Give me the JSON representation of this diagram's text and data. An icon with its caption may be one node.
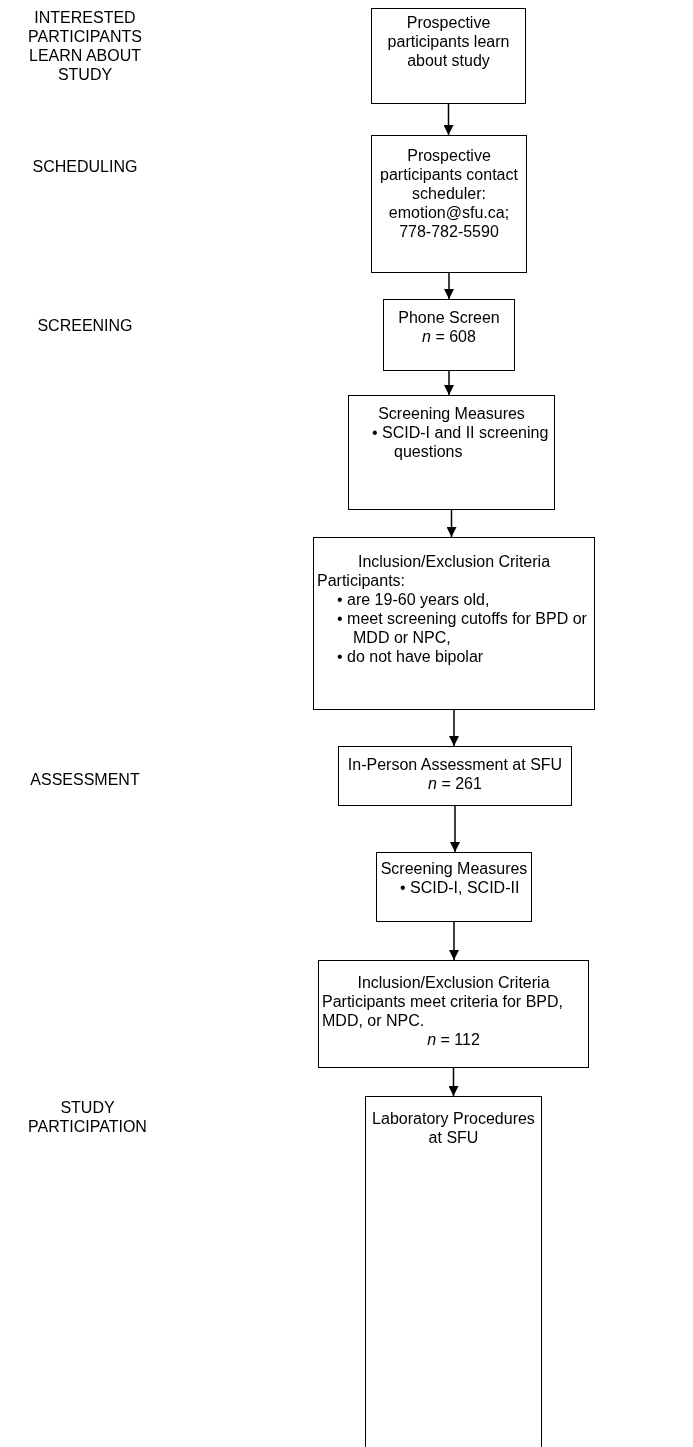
{
  "diagram": {
    "nodes": [
      {
        "text": [
          "Prospective participants learn about study"
        ]
      },
      {
        "text": [
          "Prospective participants contact scheduler: emotion@sfu.ca; 778-782-5590"
        ]
      },
      {
        "text": [
          "Phone Screen",
          "*n* = 608"
        ]
      },
      {
        "text": [
          "Screening Measures",
          "• SCID-I and II screening questions"
        ]
      },
      {
        "text": [
          "Inclusion/Exclusion Criteria",
          "Participants:",
          "• are 19-60 years old,",
          "• meet screening cutoffs for BPD or MDD or NPC,",
          "• do not have bipolar"
        ]
      },
      {
        "text": [
          "In-Person Assessment at SFU",
          "*n* = 261"
        ]
      },
      {
        "text": [
          "Screening Measures",
          "• SCID-I, SCID-II"
        ]
      },
      {
        "text": [
          "Inclusion/Exclusion Criteria",
          "Participants meet criteria for BPD, MDD, or NPC.",
          "*n* = 112"
        ]
      },
      {
        "text": [
          "Laboratory Procedures at SFU"
        ]
      }
    ],
    "edges": [
      {
        "from": 0,
        "to": 1,
        "arrow": "to"
      },
      {
        "from": 1,
        "to": 2,
        "arrow": "to"
      },
      {
        "from": 2,
        "to": 3,
        "arrow": "to"
      },
      {
        "from": 3,
        "to": 4,
        "arrow": "to"
      },
      {
        "from": 4,
        "to": 5,
        "arrow": "to"
      },
      {
        "from": 5,
        "to": 6,
        "arrow": "to"
      },
      {
        "from": 6,
        "to": 7,
        "arrow": "to"
      },
      {
        "from": 7,
        "to": 8,
        "arrow": "to"
      }
    ],
    "labels": [
      "INTERESTED PARTICIPANTS LEARN ABOUT STUDY",
      "SCHEDULING",
      "SCREENING",
      "ASSESSMENT",
      "STUDY PARTICIPATION"
    ]
  }
}
